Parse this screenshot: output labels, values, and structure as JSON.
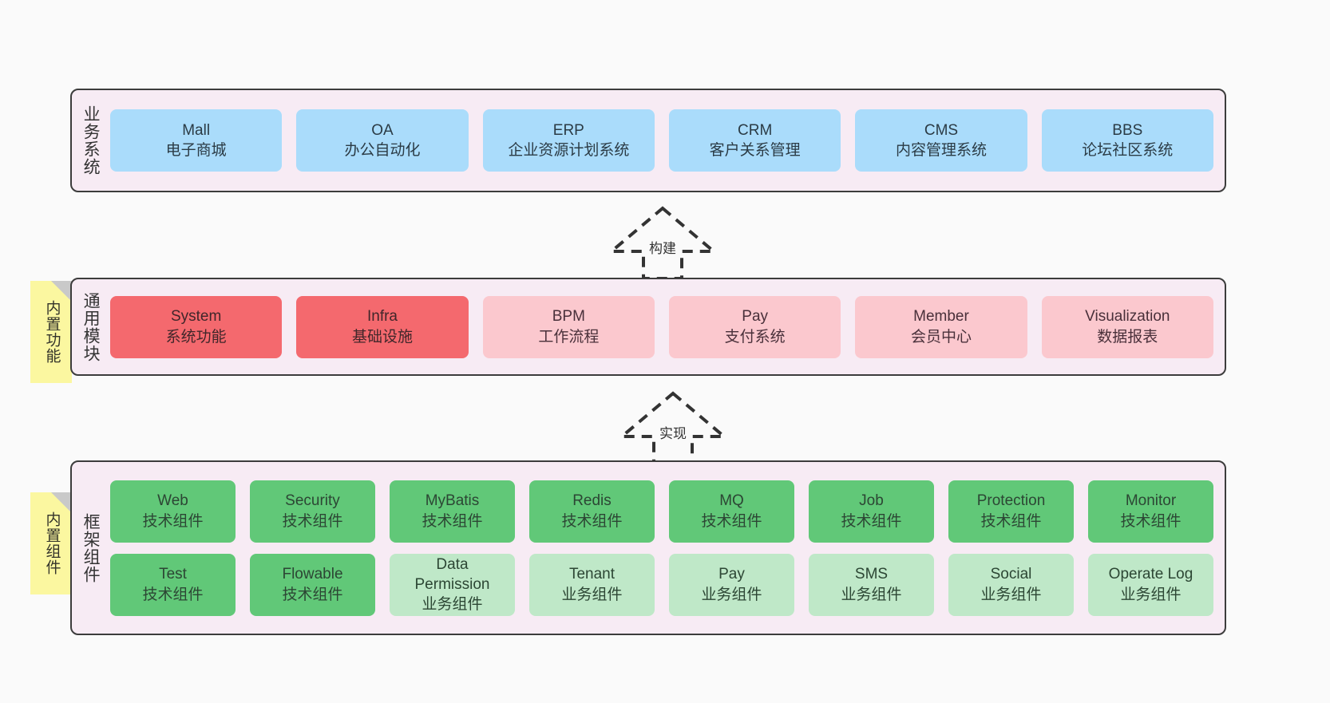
{
  "diagram": {
    "background_color": "#fafafa",
    "band_color": "#f7ebf4",
    "band_border_color": "#3c3c3c",
    "note_color": "#fbf7a0",
    "colors": {
      "blue": "#aadcfb",
      "red": "#f4696e",
      "pink": "#fbc8ce",
      "green": "#61c878",
      "light_green": "#bfe8c8"
    }
  },
  "business": {
    "label": "业务系统",
    "items": [
      {
        "title": "Mall",
        "subtitle": "电子商城"
      },
      {
        "title": "OA",
        "subtitle": "办公自动化"
      },
      {
        "title": "ERP",
        "subtitle": "企业资源计划系统"
      },
      {
        "title": "CRM",
        "subtitle": "客户关系管理"
      },
      {
        "title": "CMS",
        "subtitle": "内容管理系统"
      },
      {
        "title": "BBS",
        "subtitle": "论坛社区系统"
      }
    ]
  },
  "build_arrow": {
    "label": "构建"
  },
  "common": {
    "label": "通用模块",
    "note": "内置功能",
    "items": [
      {
        "title": "System",
        "subtitle": "系统功能",
        "color": "red"
      },
      {
        "title": "Infra",
        "subtitle": "基础设施",
        "color": "red"
      },
      {
        "title": "BPM",
        "subtitle": "工作流程",
        "color": "pink"
      },
      {
        "title": "Pay",
        "subtitle": "支付系统",
        "color": "pink"
      },
      {
        "title": "Member",
        "subtitle": "会员中心",
        "color": "pink"
      },
      {
        "title": "Visualization",
        "subtitle": "数据报表",
        "color": "pink"
      }
    ]
  },
  "impl_arrow": {
    "label": "实现"
  },
  "framework": {
    "label": "框架组件",
    "note": "内置组件",
    "row1": [
      {
        "title": "Web",
        "subtitle": "技术组件",
        "color": "green"
      },
      {
        "title": "Security",
        "subtitle": "技术组件",
        "color": "green"
      },
      {
        "title": "MyBatis",
        "subtitle": "技术组件",
        "color": "green"
      },
      {
        "title": "Redis",
        "subtitle": "技术组件",
        "color": "green"
      },
      {
        "title": "MQ",
        "subtitle": "技术组件",
        "color": "green"
      },
      {
        "title": "Job",
        "subtitle": "技术组件",
        "color": "green"
      },
      {
        "title": "Protection",
        "subtitle": "技术组件",
        "color": "green"
      },
      {
        "title": "Monitor",
        "subtitle": "技术组件",
        "color": "green"
      }
    ],
    "row2": [
      {
        "title": "Test",
        "subtitle": "技术组件",
        "color": "green"
      },
      {
        "title": "Flowable",
        "subtitle": "技术组件",
        "color": "green"
      },
      {
        "title": "Data\nPermission",
        "subtitle": "业务组件",
        "color": "light_green"
      },
      {
        "title": "Tenant",
        "subtitle": "业务组件",
        "color": "light_green"
      },
      {
        "title": "Pay",
        "subtitle": "业务组件",
        "color": "light_green"
      },
      {
        "title": "SMS",
        "subtitle": "业务组件",
        "color": "light_green"
      },
      {
        "title": "Social",
        "subtitle": "业务组件",
        "color": "light_green"
      },
      {
        "title": "Operate Log",
        "subtitle": "业务组件",
        "color": "light_green"
      }
    ]
  }
}
